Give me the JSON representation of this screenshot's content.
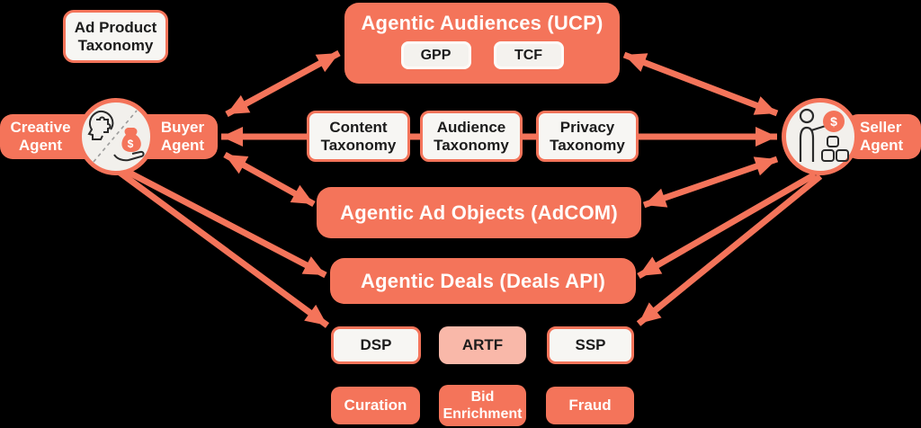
{
  "palette": {
    "orange": "#F4745A",
    "pink": "#F9B8A9",
    "box_fill": "#F7F6F3",
    "dark_text": "#1C1C1C",
    "white_text": "#FFFDFB",
    "background": "#000000",
    "divider_gray": "#9B9B9B"
  },
  "nodes": {
    "ad_product_taxonomy": {
      "line1": "Ad Product",
      "line2": "Taxonomy"
    },
    "agentic_audiences": {
      "title": "Agentic Audiences (UCP)",
      "gpp": "GPP",
      "tcf": "TCF"
    },
    "taxonomies": {
      "content": {
        "line1": "Content",
        "line2": "Taxonomy"
      },
      "audience": {
        "line1": "Audience",
        "line2": "Taxonomy"
      },
      "privacy": {
        "line1": "Privacy",
        "line2": "Taxonomy"
      }
    },
    "agents": {
      "creative": {
        "line1": "Creative",
        "line2": "Agent"
      },
      "buyer": {
        "line1": "Buyer",
        "line2": "Agent"
      },
      "seller": {
        "line1": "Seller",
        "line2": "Agent"
      }
    },
    "agentic_ad_objects": {
      "title": "Agentic Ad Objects (AdCOM)"
    },
    "agentic_deals": {
      "title": "Agentic Deals (Deals API)"
    },
    "platforms": {
      "dsp": "DSP",
      "artf": "ARTF",
      "ssp": "SSP"
    },
    "services": {
      "curation": "Curation",
      "bid_enrichment_line1": "Bid",
      "bid_enrichment_line2": "Enrichment",
      "fraud": "Fraud"
    }
  },
  "icons": {
    "buyer_money_symbol": "$",
    "seller_money_symbol": "$"
  }
}
